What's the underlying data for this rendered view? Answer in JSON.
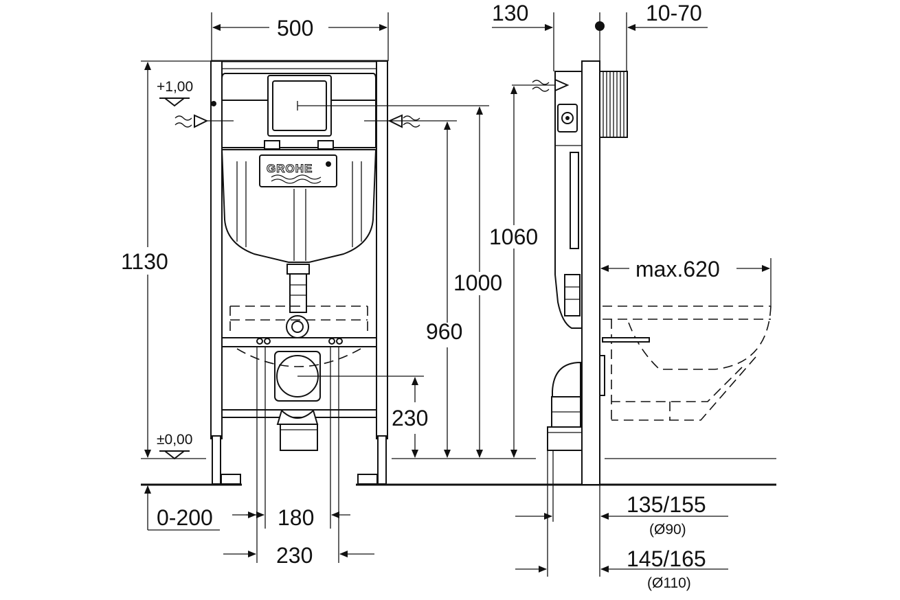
{
  "brand": "GROHE",
  "front_view": {
    "width_dim": "500",
    "total_height_dim": "1130",
    "inlet_level_plus": "+1,00",
    "floor_level": "±0,00",
    "adjust_range": "0-200",
    "bolt_spacing_inner": "180",
    "bolt_spacing_outer": "230",
    "waste_height": "230",
    "bolt_height": "960",
    "inlet_height": "1000",
    "cistern_height": "1060"
  },
  "side_view": {
    "frame_depth": "130",
    "wall_offset": "10-70",
    "max_projection": "max.620",
    "waste_dn90": "135/155",
    "waste_dn90_note": "(Ø90)",
    "waste_dn110": "145/165",
    "waste_dn110_note": "(Ø110)"
  },
  "colors": {
    "line": "#111111",
    "background": "#ffffff"
  }
}
